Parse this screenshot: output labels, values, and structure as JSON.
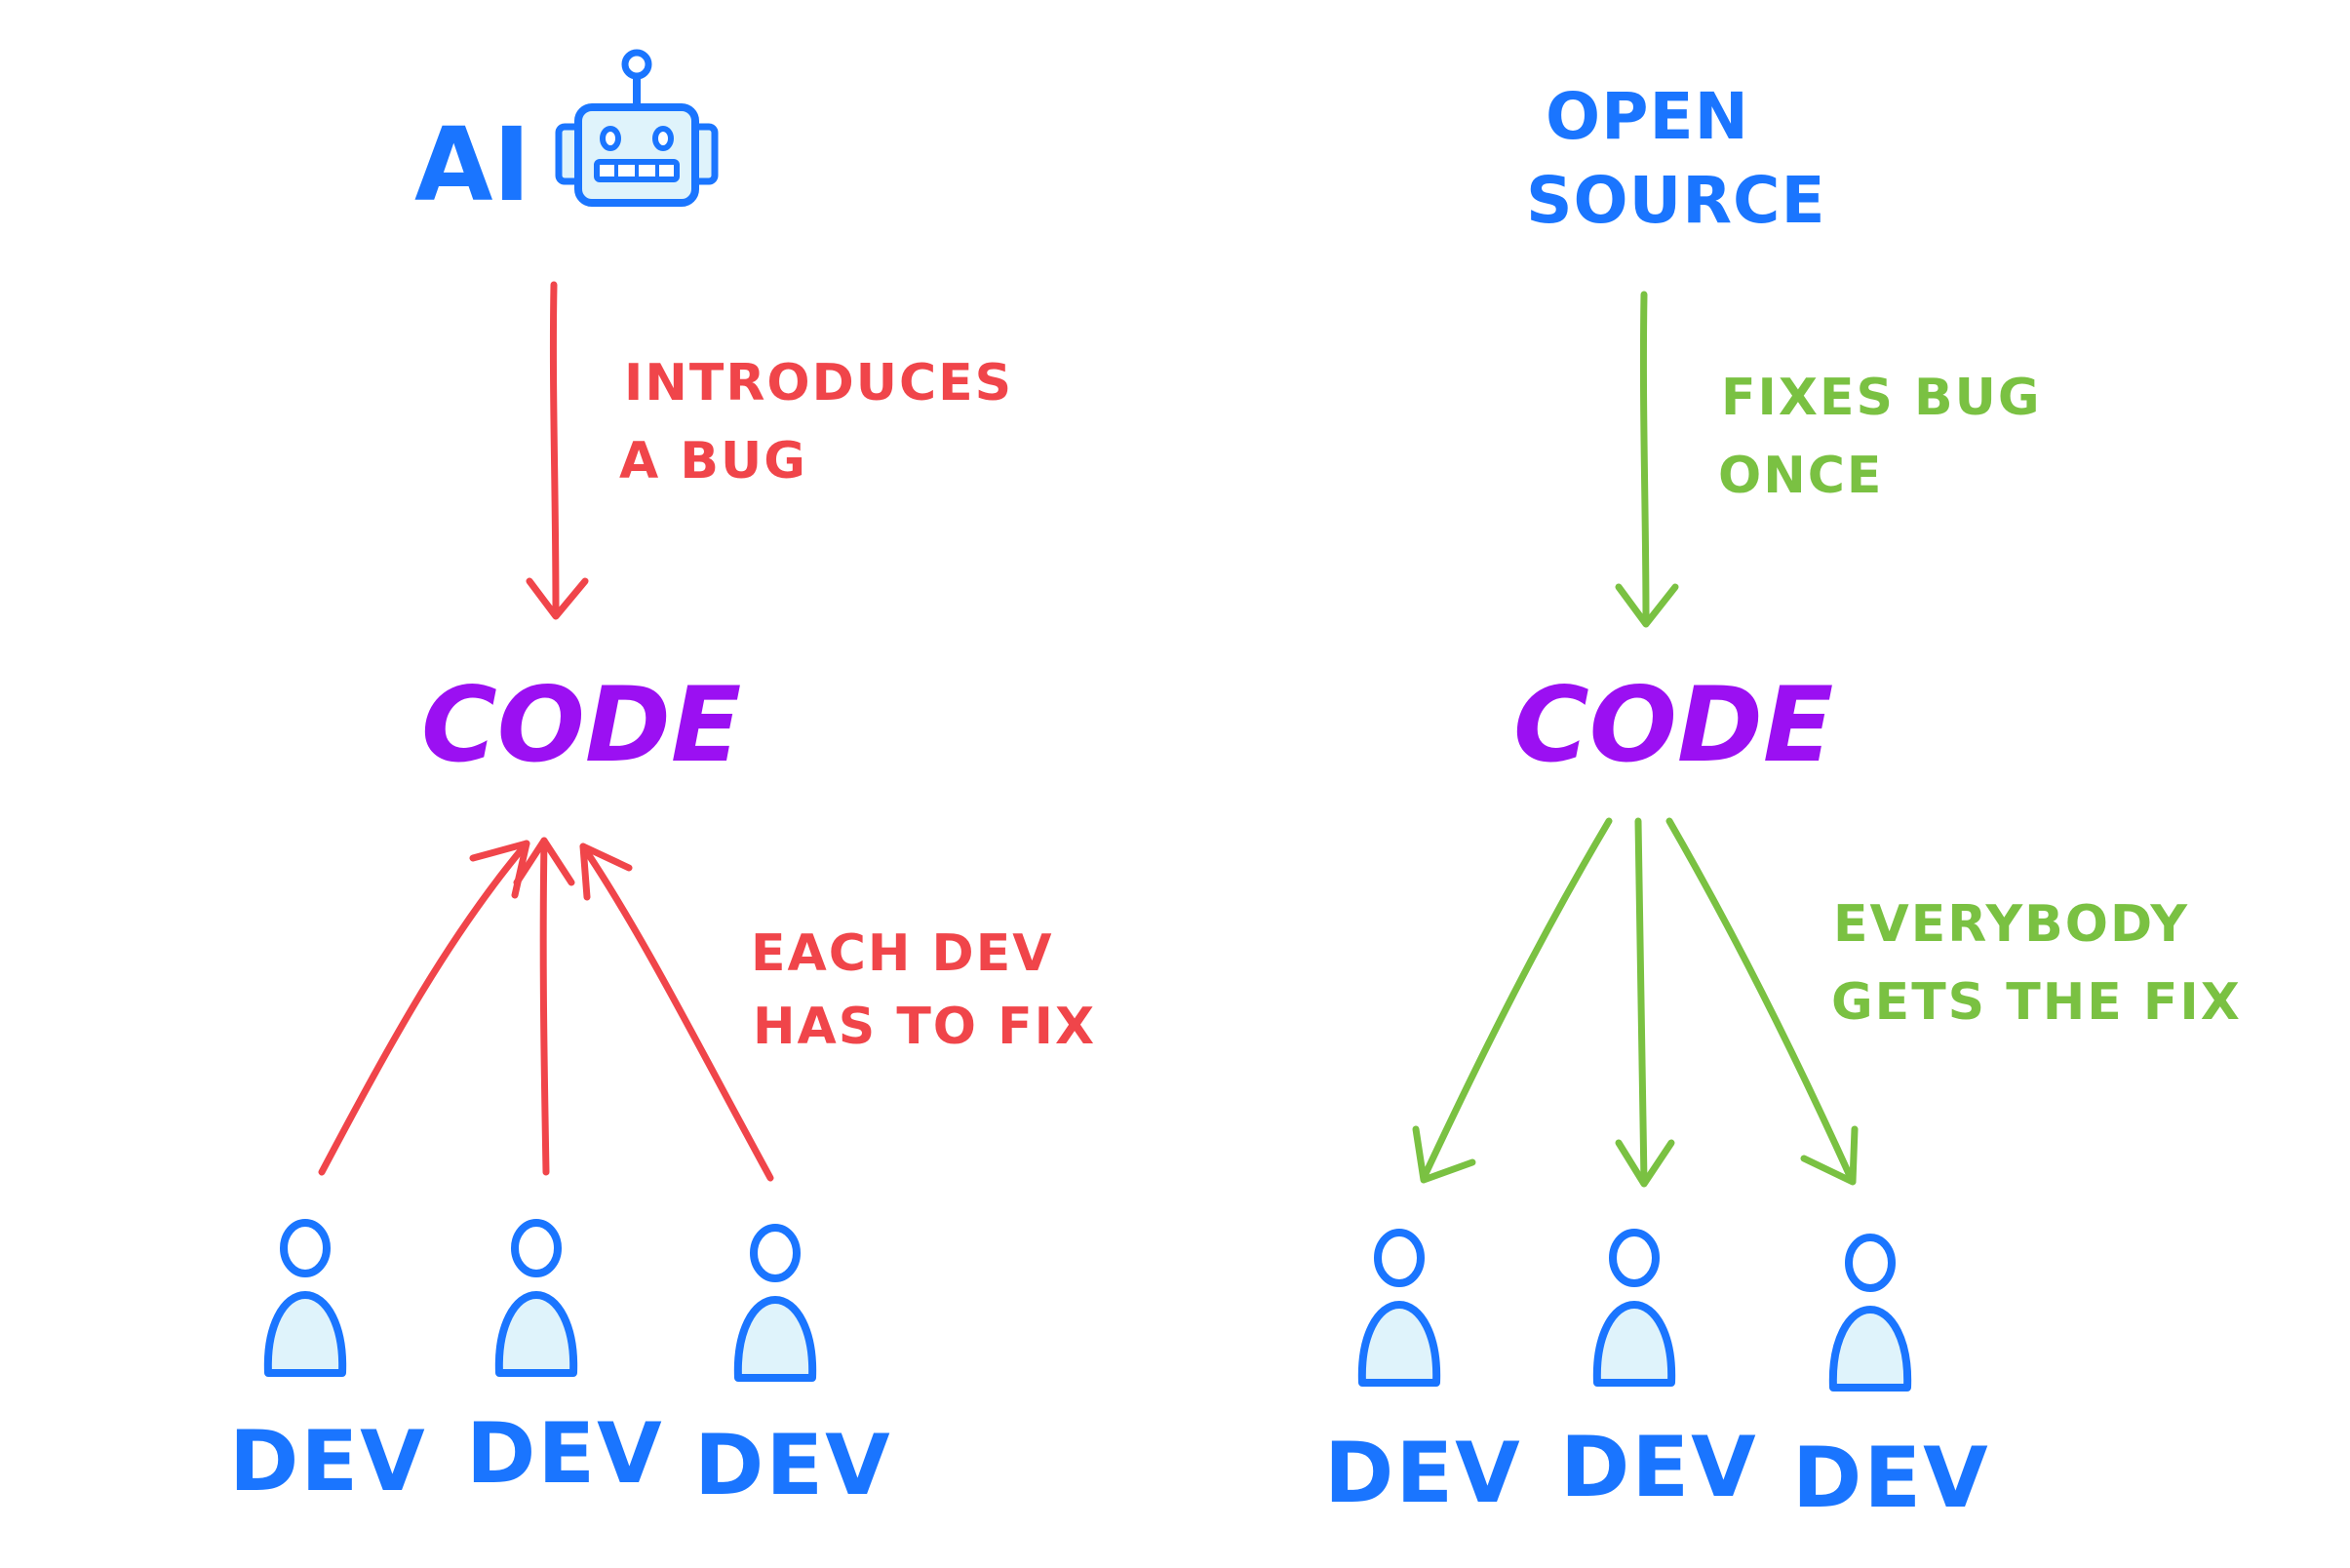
{
  "left": {
    "title": "AI",
    "arrow_label": [
      "INTRODUCES",
      "A BUG"
    ],
    "code": "CODE",
    "devs_label": [
      "EACH DEV",
      "HAS TO FIX"
    ],
    "devs": [
      "DEV",
      "DEV",
      "DEV"
    ]
  },
  "right": {
    "title": [
      "OPEN",
      "SOURCE"
    ],
    "arrow_label": [
      "FIXES BUG",
      "ONCE"
    ],
    "code": "CODE",
    "devs_label": [
      "EVERYBODY",
      "GETS THE FIX"
    ],
    "devs": [
      "DEV",
      "DEV",
      "DEV"
    ]
  },
  "colors": {
    "blue": "#1a75ff",
    "red": "#f0454a",
    "green": "#7ac142",
    "purple": "#9b10f2",
    "person_fill": "#dff3fb"
  },
  "icons": [
    "robot-icon",
    "person-icon"
  ]
}
